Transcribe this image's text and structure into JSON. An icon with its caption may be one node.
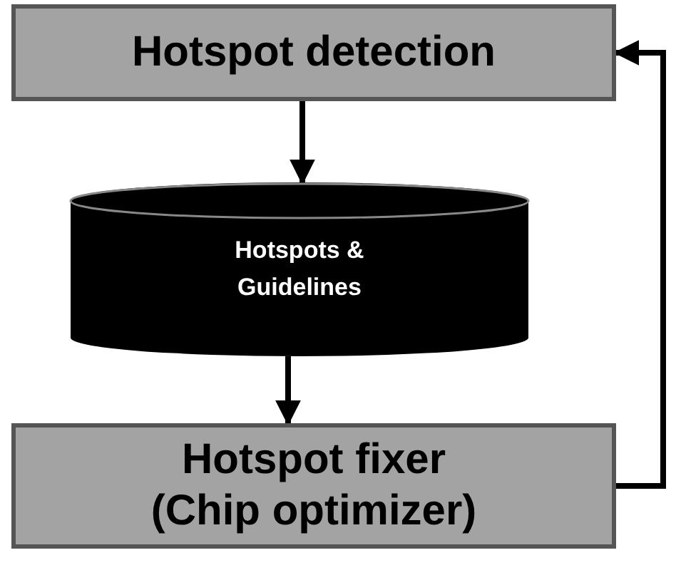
{
  "diagram": {
    "nodes": [
      {
        "text": [
          "Hotspot detection"
        ]
      },
      {
        "text": [
          "Hotspots & Guidelines"
        ]
      },
      {
        "text": [
          "Hotspot fixer (Chip optimizer)"
        ]
      }
    ],
    "edges": [
      {
        "from": 0,
        "to": 1,
        "arrow": "to"
      },
      {
        "from": 1,
        "to": 2,
        "arrow": "to"
      },
      {
        "from": 2,
        "to": 0,
        "arrow": "to"
      }
    ]
  }
}
